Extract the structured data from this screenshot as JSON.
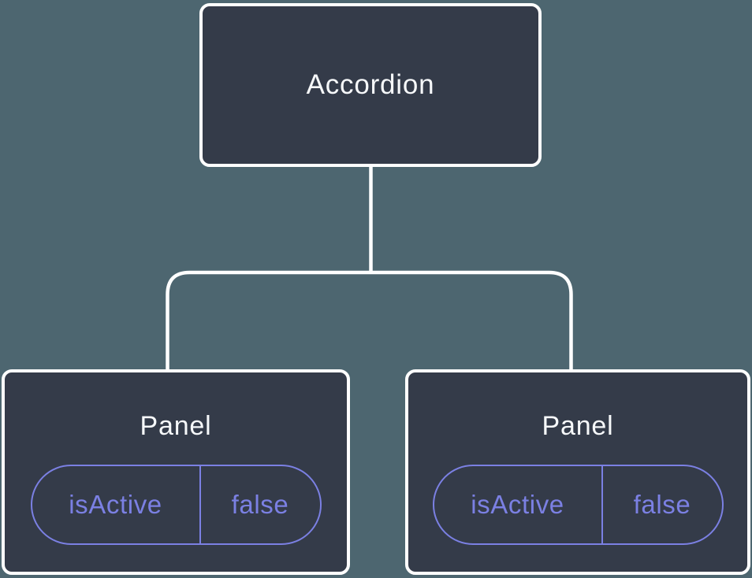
{
  "tree": {
    "root": {
      "label": "Accordion"
    },
    "panels": [
      {
        "label": "Panel",
        "state_key": "isActive",
        "state_value": "false"
      },
      {
        "label": "Panel",
        "state_key": "isActive",
        "state_value": "false"
      }
    ]
  },
  "palette": {
    "background": "#4D6670",
    "node_fill": "#343B49",
    "node_border": "#FFFFFF",
    "connector": "#FFFFFF",
    "accent_purple": "#7B80E3",
    "label_text": "#F6F8FA"
  }
}
